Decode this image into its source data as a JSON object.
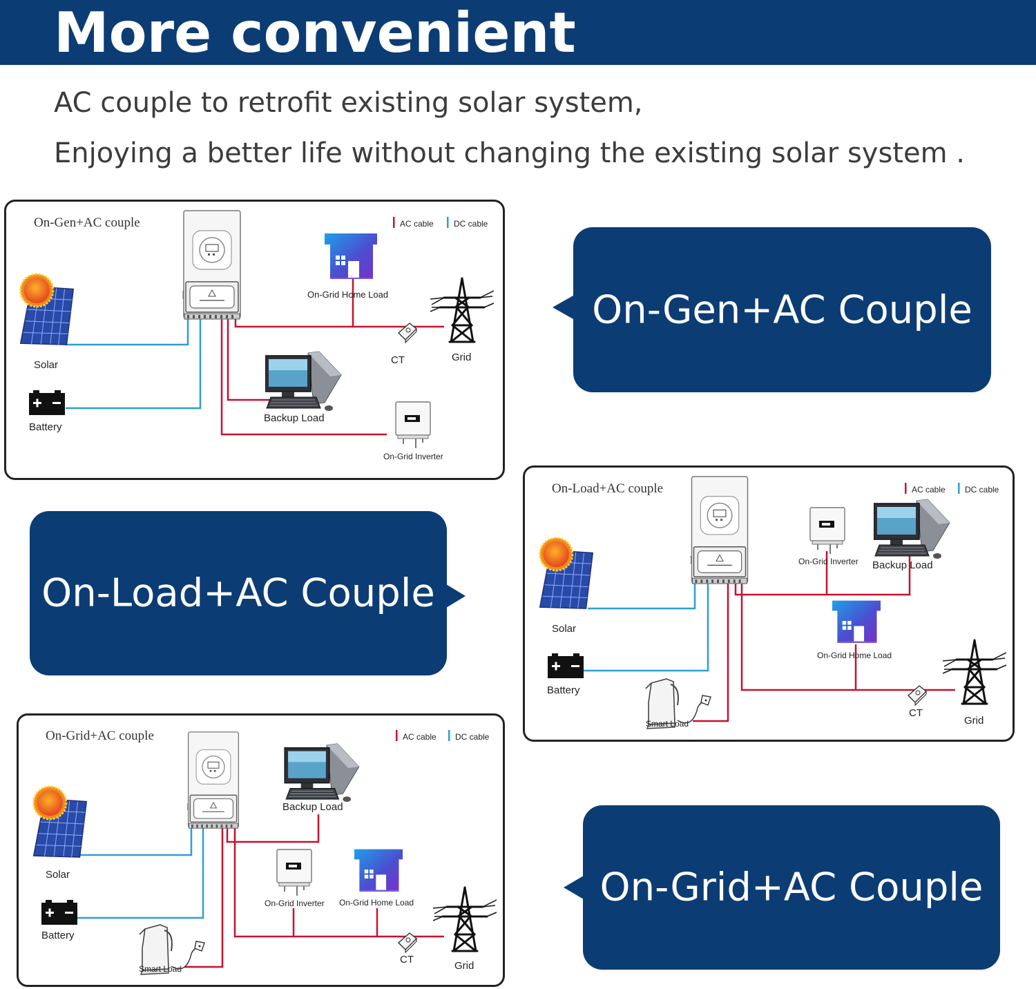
{
  "header": {
    "title": "More convenient",
    "subtitle_line1": "AC couple to retrofit existing solar system,",
    "subtitle_line2": "Enjoying a  better life without changing the existing solar system ."
  },
  "colors": {
    "brand_blue": "#0c3c74",
    "ac_cable": "#c8102e",
    "dc_cable": "#2a9fd6"
  },
  "legend": {
    "ac_label": "AC cable",
    "dc_label": "DC cable"
  },
  "modes": [
    {
      "pill": "On-Gen+AC Couple",
      "diagram_title": "On-Gen+AC couple",
      "labels": {
        "solar": "Solar",
        "battery": "Battery",
        "home": "On-Grid Home Load",
        "grid": "Grid",
        "ct": "CT",
        "backup": "Backup Load",
        "inverter": "On-Grid Inverter"
      }
    },
    {
      "pill": "On-Load+AC Couple",
      "diagram_title": "On-Load+AC couple",
      "labels": {
        "solar": "Solar",
        "battery": "Battery",
        "inverter": "On-Grid Inverter",
        "backup": "Backup Load",
        "home": "On-Grid Home Load",
        "smart": "Smart Load",
        "ct": "CT",
        "grid": "Grid"
      }
    },
    {
      "pill": "On-Grid+AC Couple",
      "diagram_title": "On-Grid+AC couple",
      "labels": {
        "solar": "Solar",
        "battery": "Battery",
        "backup": "Backup Load",
        "inverter": "On-Grid Inverter",
        "home": "On-Grid Home Load",
        "smart": "Smart Load",
        "ct": "CT",
        "grid": "Grid"
      }
    }
  ]
}
